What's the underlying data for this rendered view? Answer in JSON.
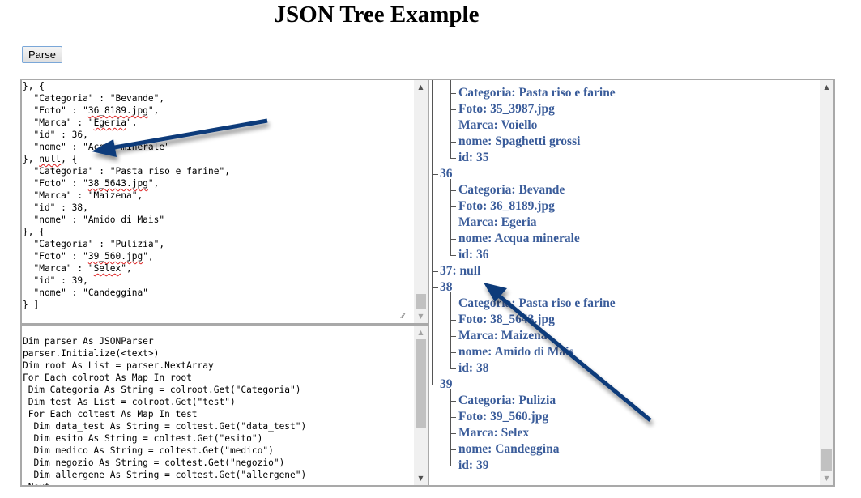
{
  "page": {
    "title": "JSON Tree Example",
    "parse_button": "Parse"
  },
  "json_textarea": {
    "lines": [
      "}, {",
      "  \"Categoria\" : \"Bevande\",",
      "  \"Foto\" : \"36_8189.jpg\",",
      "  \"Marca\" : \"Egeria\",",
      "  \"id\" : 36,",
      "  \"nome\" : \"Acqua minerale\"",
      "}, null, {",
      "  \"Categoria\" : \"Pasta riso e farine\",",
      "  \"Foto\" : \"38_5643.jpg\",",
      "  \"Marca\" : \"Maizena\",",
      "  \"id\" : 38,",
      "  \"nome\" : \"Amido di Mais\"",
      "}, {",
      "  \"Categoria\" : \"Pulizia\",",
      "  \"Foto\" : \"39_560.jpg\",",
      "  \"Marca\" : \"Selex\",",
      "  \"id\" : 39,",
      "  \"nome\" : \"Candeggina\"",
      "} ]"
    ]
  },
  "code_textarea": {
    "lines": [
      "Dim parser As JSONParser",
      "parser.Initialize(<text>)",
      "Dim root As List = parser.NextArray",
      "For Each colroot As Map In root",
      " Dim Categoria As String = colroot.Get(\"Categoria\")",
      " Dim test As List = colroot.Get(\"test\")",
      " For Each coltest As Map In test",
      "  Dim data_test As String = coltest.Get(\"data_test\")",
      "  Dim esito As String = coltest.Get(\"esito\")",
      "  Dim medico As String = coltest.Get(\"medico\")",
      "  Dim negozio As String = coltest.Get(\"negozio\")",
      "  Dim allergene As String = coltest.Get(\"allergene\")",
      " Next"
    ]
  },
  "tree": {
    "nodes": [
      {
        "level": 2,
        "text": "Categoria: Pasta riso e farine"
      },
      {
        "level": 2,
        "text": "Foto: 35_3987.jpg"
      },
      {
        "level": 2,
        "text": "Marca: Voiello"
      },
      {
        "level": 2,
        "text": "nome: Spaghetti grossi"
      },
      {
        "level": 2,
        "text": "id: 35",
        "last": true
      },
      {
        "level": 1,
        "text": "36"
      },
      {
        "level": 2,
        "text": "Categoria: Bevande"
      },
      {
        "level": 2,
        "text": "Foto: 36_8189.jpg"
      },
      {
        "level": 2,
        "text": "Marca: Egeria"
      },
      {
        "level": 2,
        "text": "nome: Acqua minerale"
      },
      {
        "level": 2,
        "text": "id: 36",
        "last": true
      },
      {
        "level": 1,
        "text": "37: null"
      },
      {
        "level": 1,
        "text": "38"
      },
      {
        "level": 2,
        "text": "Categoria: Pasta riso e farine"
      },
      {
        "level": 2,
        "text": "Foto: 38_5643.jpg"
      },
      {
        "level": 2,
        "text": "Marca: Maizena"
      },
      {
        "level": 2,
        "text": "nome: Amido di Mais"
      },
      {
        "level": 2,
        "text": "id: 38",
        "last": true
      },
      {
        "level": 1,
        "text": "39",
        "last": true
      },
      {
        "level": 2,
        "text": "Categoria: Pulizia"
      },
      {
        "level": 2,
        "text": "Foto: 39_560.jpg"
      },
      {
        "level": 2,
        "text": "Marca: Selex"
      },
      {
        "level": 2,
        "text": "nome: Candeggina"
      },
      {
        "level": 2,
        "text": "id: 39",
        "last": true
      }
    ]
  },
  "icons": {
    "scroll_up": "▲",
    "scroll_down": "▼",
    "resize_grip": "⁄⁄"
  },
  "colors": {
    "tree_text": "#3a5c9a",
    "annotation_arrow": "#0c3a7a",
    "spellcheck_underline": "#dd2222"
  },
  "spellcheck_words": [
    "36_8189.jpg",
    "Egeria",
    "null",
    "38_5643.jpg",
    "39_560.jpg",
    "Selex"
  ]
}
